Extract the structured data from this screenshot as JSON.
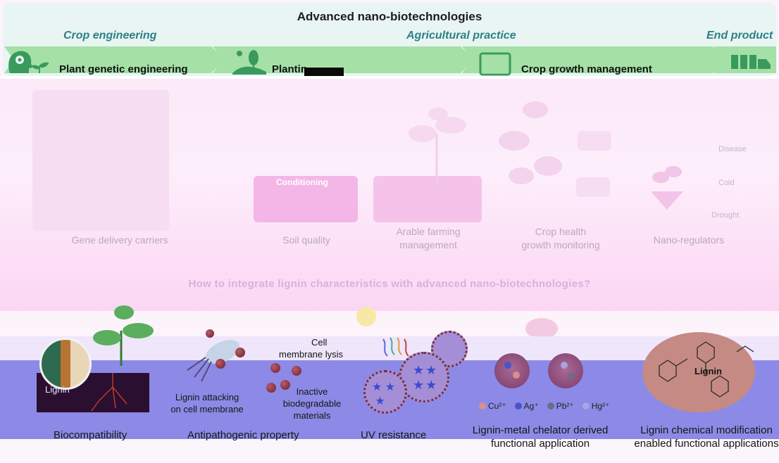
{
  "header": {
    "title": "Advanced nano-biotechnologies",
    "sections": [
      "Crop engineering",
      "Agricultural practice",
      "End product"
    ]
  },
  "stages": {
    "plant_genetic": "Plant genetic engineering",
    "planting": "Plantin",
    "crop_growth": "Crop growth management"
  },
  "applications": {
    "gene_delivery": "Gene delivery carriers",
    "soil_quality": "Soil quality",
    "conditioning": "Conditioning",
    "arable": [
      "Arable farming",
      "management"
    ],
    "crop_health": [
      "Crop health",
      "growth monitoring"
    ],
    "nano_regulators": "Nano-regulators",
    "regulator_items": [
      "Disease",
      "Cold",
      "Drought"
    ]
  },
  "question": "How to integrate lignin characteristics with advanced nano-biotechnologies?",
  "properties": {
    "biocompatibility": {
      "title": "Biocompatibility",
      "lignin_label": "Lignin"
    },
    "antipathogenic": {
      "title": "Antipathogenic property",
      "cell_lysis": [
        "Cell",
        "membrane lysis"
      ],
      "attacking": [
        "Lignin attacking",
        "on cell membrane"
      ],
      "inactive": [
        "Inactive",
        "biodegradable",
        "materials"
      ]
    },
    "uv": {
      "title": "UV resistance"
    },
    "chelator": {
      "title": [
        "Lignin-metal chelator derived",
        "functional application"
      ],
      "metals": [
        "Cu²⁺",
        "Ag⁺",
        "Pb²⁺",
        "Hg²⁺"
      ],
      "metal_colors": [
        "#d98f8f",
        "#4c52c9",
        "#6c6c8a",
        "#a9a3e0"
      ]
    },
    "chemical": {
      "title": [
        "Lignin chemical modification",
        "enabled functional applications"
      ],
      "center_label": "Lignin"
    }
  }
}
